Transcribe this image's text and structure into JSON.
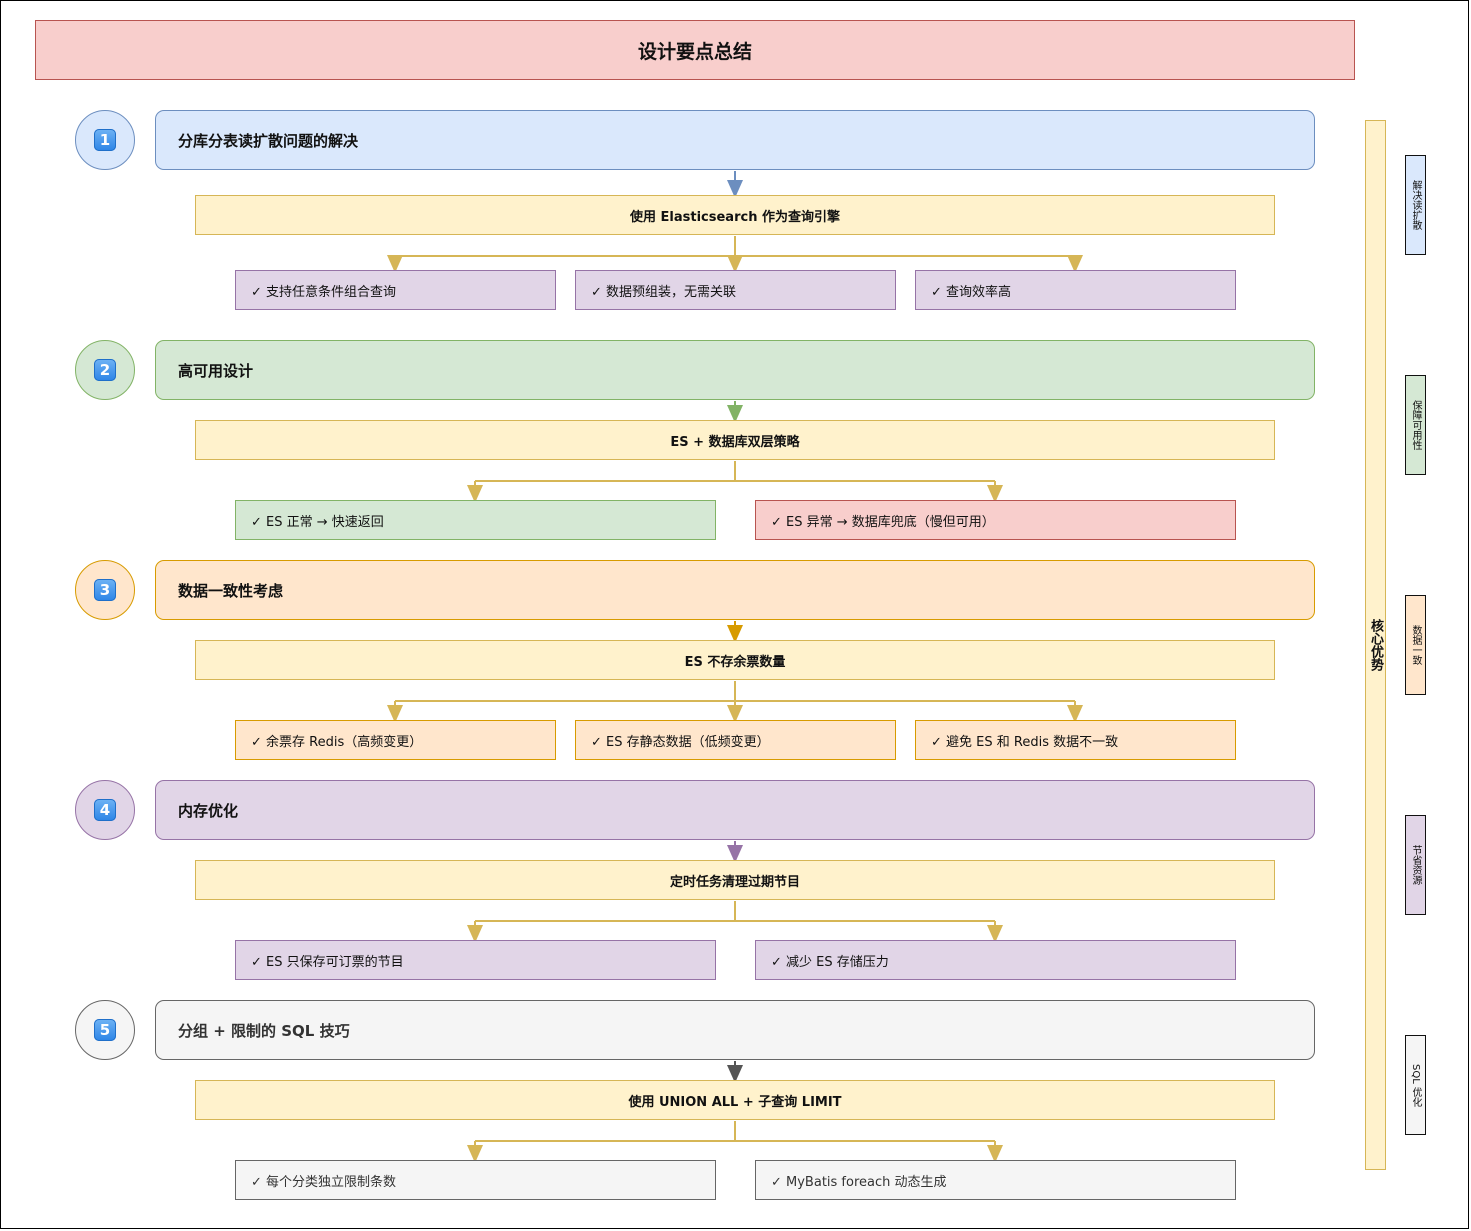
{
  "title": "设计要点总结",
  "sections": [
    {
      "badge": "1",
      "heading": "分库分表读扩散问题的解决",
      "strategy": "使用 Elasticsearch 作为查询引擎",
      "items": [
        "✓ 支持任意条件组合查询",
        "✓ 数据预组装，无需关联",
        "✓ 查询效率高"
      ]
    },
    {
      "badge": "2",
      "heading": "高可用设计",
      "strategy": "ES + 数据库双层策略",
      "items": [
        "✓ ES 正常 → 快速返回",
        "✓ ES 异常 → 数据库兜底（慢但可用）"
      ]
    },
    {
      "badge": "3",
      "heading": "数据一致性考虑",
      "strategy": "ES 不存余票数量",
      "items": [
        "✓ 余票存 Redis（高频变更）",
        "✓ ES 存静态数据（低频变更）",
        "✓ 避免 ES 和 Redis 数据不一致"
      ]
    },
    {
      "badge": "4",
      "heading": "内存优化",
      "strategy": "定时任务清理过期节目",
      "items": [
        "✓ ES 只保存可订票的节目",
        "✓ 减少 ES 存储压力"
      ]
    },
    {
      "badge": "5",
      "heading": "分组 + 限制的 SQL 技巧",
      "strategy": "使用 UNION ALL + 子查询 LIMIT",
      "items": [
        "✓ 每个分类独立限制条数",
        "✓ MyBatis foreach 动态生成"
      ]
    }
  ],
  "core": "核心优势",
  "tags": [
    "解决读扩散",
    "保障可用性",
    "数据一致",
    "节省资源",
    "SQL 优化"
  ],
  "colors": {
    "arrow_blue": "#6c8ebf",
    "arrow_green": "#82b366",
    "arrow_orange": "#d79b00",
    "arrow_purple": "#9673a6",
    "arrow_gray": "#555555",
    "branch": "#d6b656"
  }
}
